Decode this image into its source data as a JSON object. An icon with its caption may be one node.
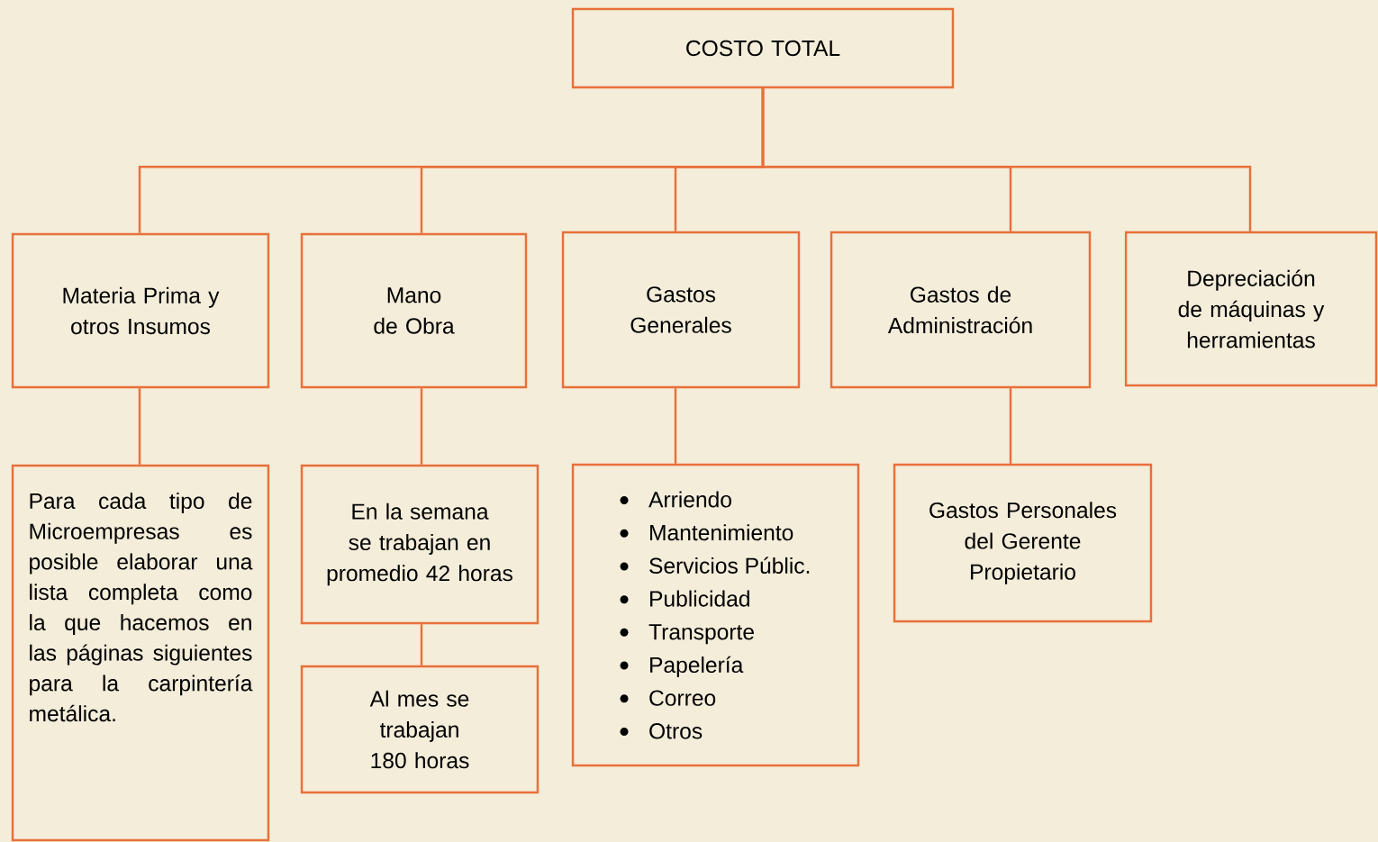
{
  "diagram": {
    "nodes": [
      {
        "text": [
          "COSTO TOTAL"
        ]
      },
      {
        "text": [
          "Materia Prima y otros Insumos"
        ]
      },
      {
        "text": [
          "Mano de Obra"
        ]
      },
      {
        "text": [
          "Gastos Generales"
        ]
      },
      {
        "text": [
          "Gastos de Administración"
        ]
      },
      {
        "text": [
          "Depreciación de máquinas y herramientas"
        ]
      },
      {
        "text": [
          "Para cada tipo de Microempresas es posible elaborar una lista completa como la que hacemos en las páginas siguientes para la carpintería metálica."
        ]
      },
      {
        "text": [
          "En la semana se trabajan en promedio 42 horas"
        ]
      },
      {
        "text": [
          "Al mes se trabajan 180 horas"
        ]
      },
      {
        "text": [
          "Arriendo",
          "Mantenimiento",
          "Servicios Públic.",
          "Publicidad",
          "Transporte",
          "Papelería",
          "Correo",
          "Otros"
        ]
      },
      {
        "text": [
          "Gastos Personales del Gerente Propietario"
        ]
      }
    ],
    "edges": [
      {
        "from": 0,
        "to": 1,
        "arrow": "none"
      },
      {
        "from": 0,
        "to": 2,
        "arrow": "none"
      },
      {
        "from": 0,
        "to": 3,
        "arrow": "none"
      },
      {
        "from": 0,
        "to": 4,
        "arrow": "none"
      },
      {
        "from": 0,
        "to": 5,
        "arrow": "none"
      },
      {
        "from": 1,
        "to": 6,
        "arrow": "none"
      },
      {
        "from": 2,
        "to": 7,
        "arrow": "none"
      },
      {
        "from": 7,
        "to": 8,
        "arrow": "none"
      },
      {
        "from": 3,
        "to": 9,
        "arrow": "none"
      },
      {
        "from": 4,
        "to": 10,
        "arrow": "none"
      }
    ]
  }
}
